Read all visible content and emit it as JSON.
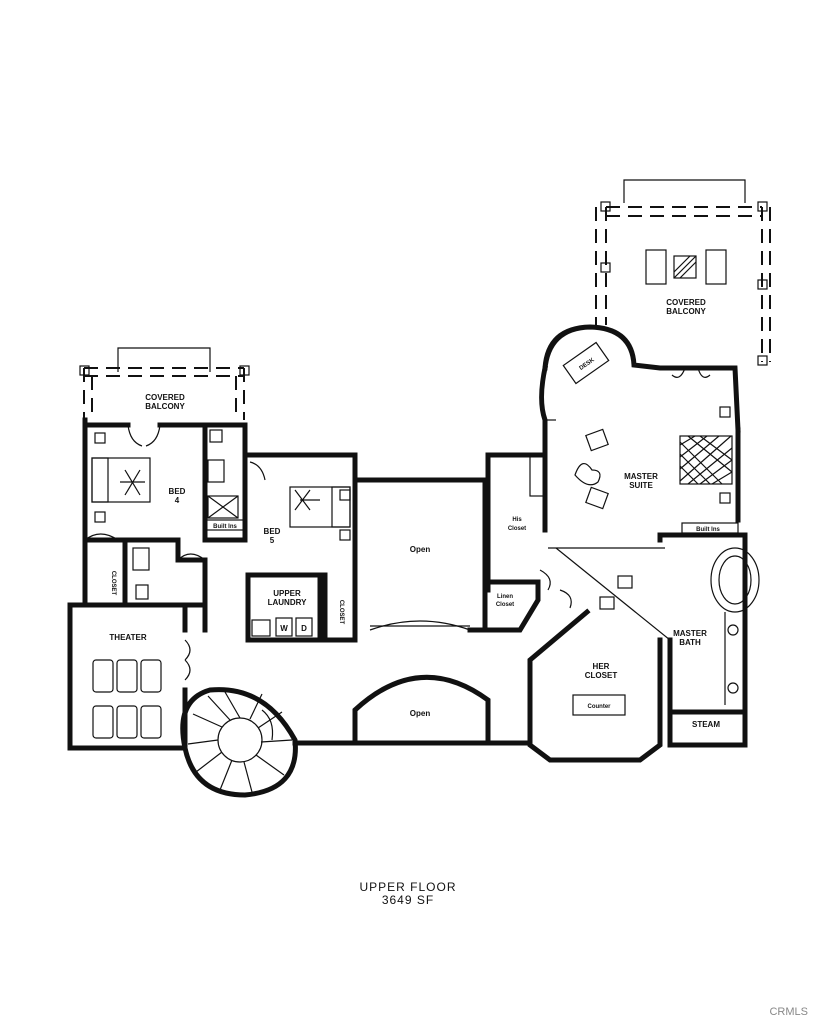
{
  "title": "UPPER FLOOR",
  "area": "3649 SF",
  "watermark": "CRMLS",
  "rooms": {
    "covered_balcony_left_1": "COVERED",
    "covered_balcony_left_2": "BALCONY",
    "covered_balcony_right_1": "COVERED",
    "covered_balcony_right_2": "BALCONY",
    "bed4_1": "BED",
    "bed4_2": "4",
    "bed5_1": "BED",
    "bed5_2": "5",
    "built_ins_left": "Built Ins",
    "built_ins_right": "Built Ins",
    "closet_bed4": "CLOSET",
    "closet_laundry": "CLOSET",
    "upper_laundry_1": "UPPER",
    "upper_laundry_2": "LAUNDRY",
    "washer": "W",
    "dryer": "D",
    "open_upper": "Open",
    "open_lower": "Open",
    "his_closet_1": "His",
    "his_closet_2": "Closet",
    "linen_closet_1": "Linen",
    "linen_closet_2": "Closet",
    "desk": "DESK",
    "master_suite_1": "MASTER",
    "master_suite_2": "SUITE",
    "master_bath_1": "MASTER",
    "master_bath_2": "BATH",
    "her_closet_1": "HER",
    "her_closet_2": "CLOSET",
    "counter": "Counter",
    "steam": "STEAM",
    "theater": "THEATER"
  }
}
